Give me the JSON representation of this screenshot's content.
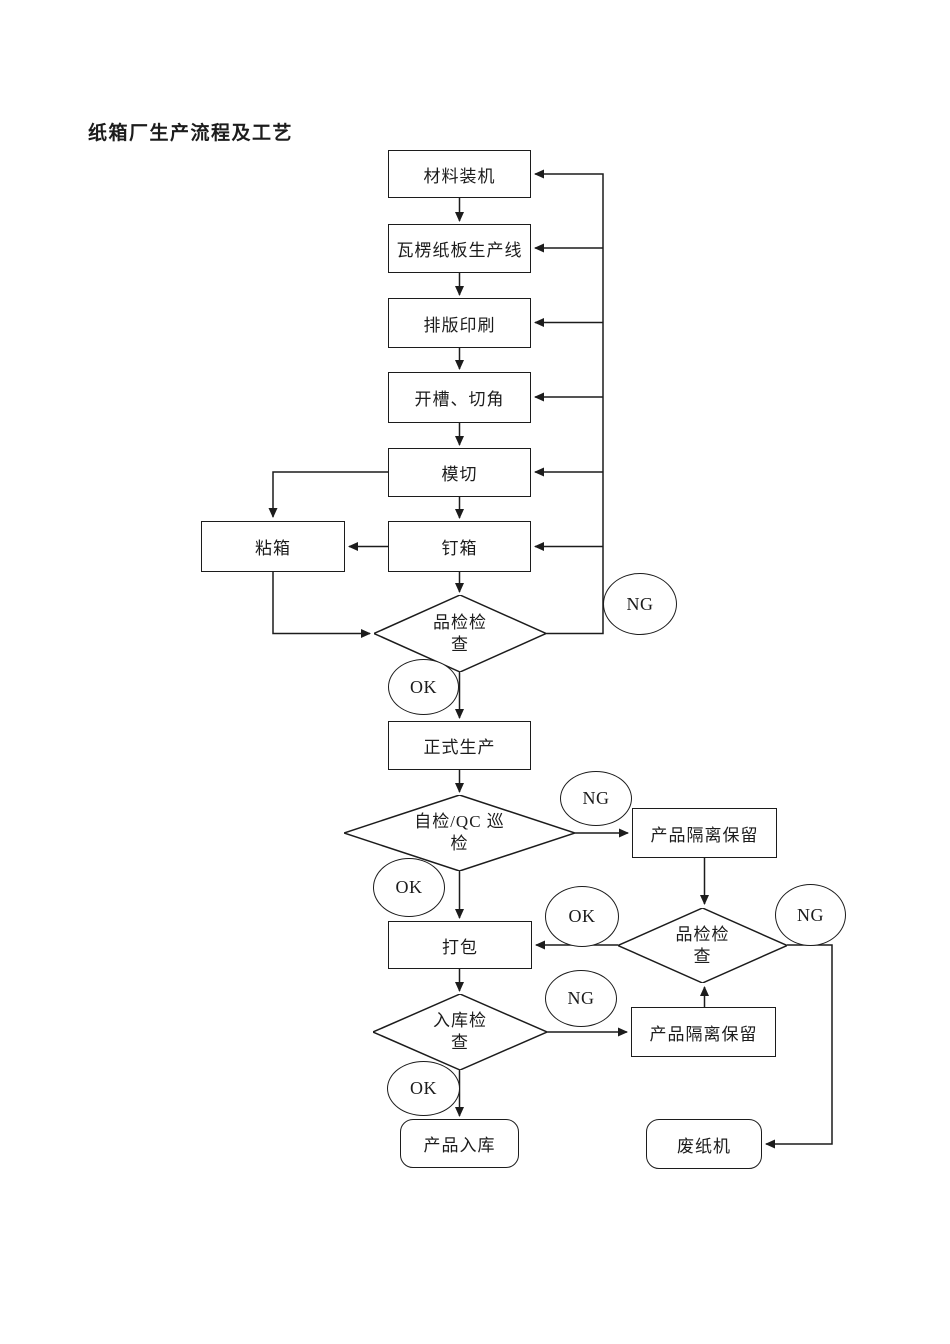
{
  "title": "纸箱厂生产流程及工艺",
  "labels": {
    "ok": "OK",
    "ng": "NG"
  },
  "nodes": {
    "material_loading": "材料装机",
    "corrugated_board_line": "瓦楞纸板生产线",
    "layout_printing": "排版印刷",
    "slotting_corner_cutting": "开槽、切角",
    "die_cutting": "模切",
    "box_stapling": "钉箱",
    "box_gluing": "粘箱",
    "quality_inspection_1": "品检检\n查",
    "formal_production": "正式生产",
    "self_qc_inspection": "自检/QC 巡\n检",
    "product_isolation_1": "产品隔离保留",
    "quality_inspection_2": "品检检\n查",
    "packing": "打包",
    "warehouse_inspection": "入库检\n查",
    "product_isolation_2": "产品隔离保留",
    "product_storage": "产品入库",
    "waste_paper_machine": "废纸机"
  },
  "colors": {
    "line": "#1c1c1c",
    "text": "#1c1c1c",
    "background": "#ffffff"
  }
}
